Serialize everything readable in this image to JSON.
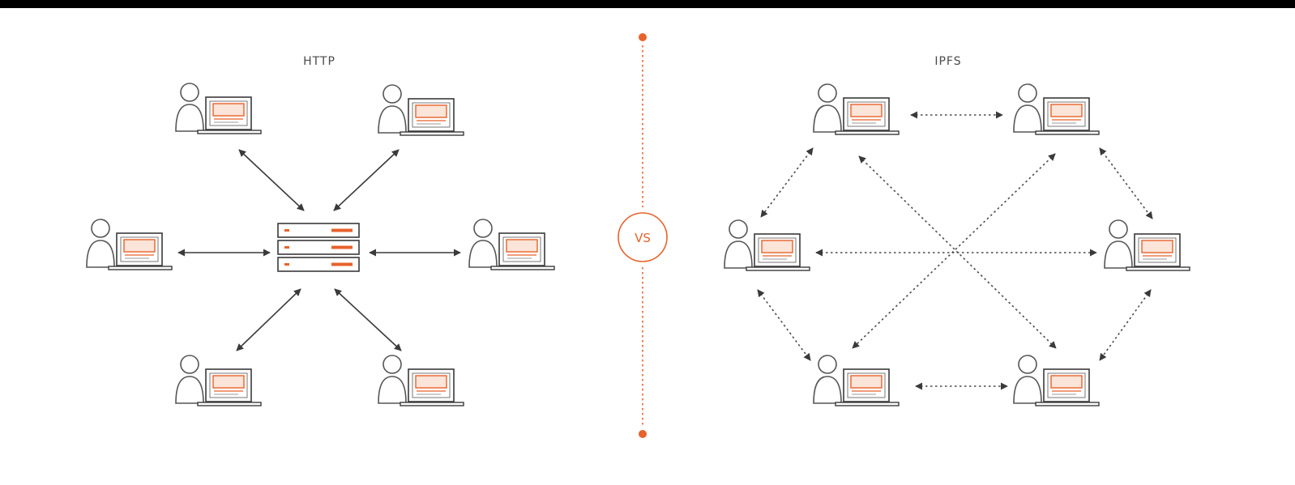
{
  "diagram": {
    "left_title": "HTTP",
    "right_title": "IPFS",
    "divider_label": "VS",
    "colors": {
      "accent": "#e8622c",
      "line": "#3a3a3a",
      "person_outline": "#555555",
      "background": "#ffffff",
      "top_band": "#000000"
    },
    "icons": {
      "client": "person-with-laptop-icon",
      "server": "server-rack-icon"
    },
    "http": {
      "model": "client-server",
      "client_count": 6,
      "server_count": 1,
      "connection_style": "solid"
    },
    "ipfs": {
      "model": "peer-to-peer",
      "peer_count": 6,
      "connection_style": "dotted"
    }
  }
}
